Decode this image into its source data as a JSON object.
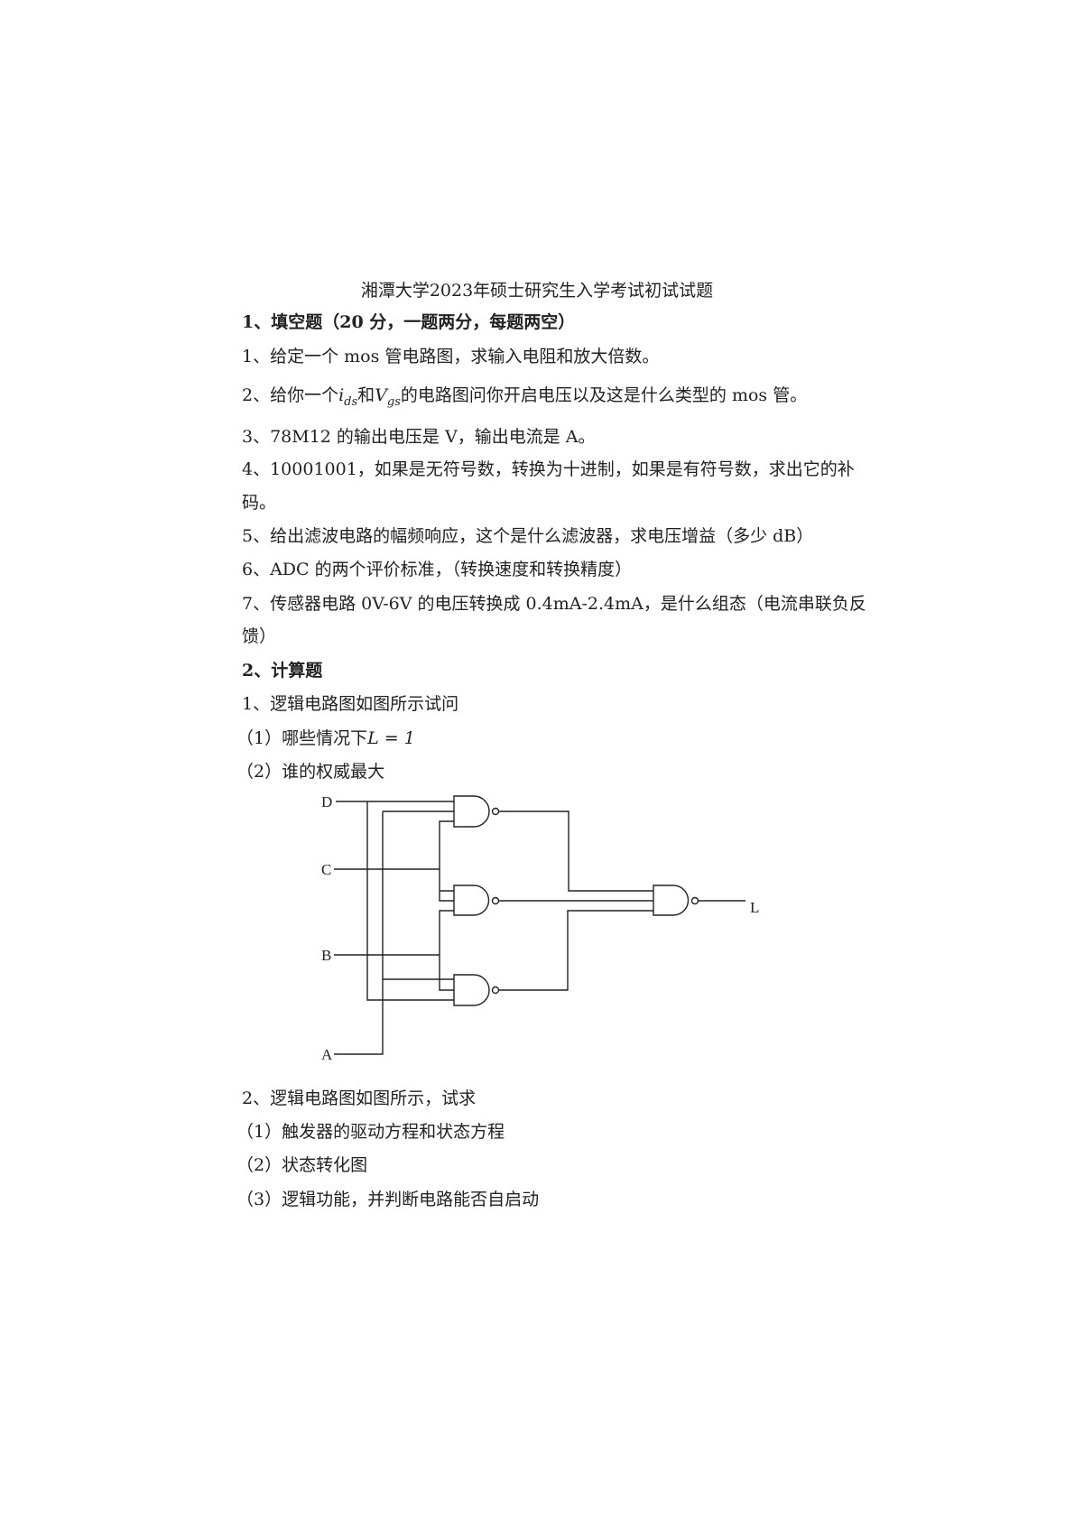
{
  "title": "湘潭大学2023年硕士研究生入学考试初试试题",
  "section1": {
    "heading": "1、填空题（20 分，一题两分，每题两空）",
    "items": [
      {
        "lines": [
          "1、给定一个 mos 管电路图，求输入电阻和放大倍数。"
        ]
      },
      {
        "pre": "2、给你一个",
        "sym1": "i",
        "sub1": "ds",
        "mid": "和",
        "sym2": "V",
        "sub2": "gs",
        "post": "的电路图问你开启电压以及这是什么类型的 mos 管。"
      },
      {
        "lines": [
          "3、78M12 的输出电压是 V，输出电流是 A。"
        ]
      },
      {
        "lines": [
          "4、10001001，如果是无符号数，转换为十进制，如果是有符号数，求出它的补",
          "码。"
        ]
      },
      {
        "lines": [
          "5、给出滤波电路的幅频响应，这个是什么滤波器，求电压增益（多少 dB）"
        ]
      },
      {
        "lines": [
          "6、ADC 的两个评价标准，（转换速度和转换精度）"
        ]
      },
      {
        "lines": [
          "7、传感器电路 0V-6V 的电压转换成 0.4mA-2.4mA，是什么组态（电流串联负反",
          "馈）"
        ]
      }
    ]
  },
  "section2": {
    "heading": "2、计算题",
    "q1": {
      "text": "1、逻辑电路图如图所示试问",
      "sub1_pre": "（1）哪些情况下",
      "sub1_math": "L = 1",
      "sub2": "（2）谁的权威最大"
    },
    "circuit": {
      "inputs": [
        "D",
        "C",
        "B",
        "A"
      ],
      "output": "L"
    },
    "q2": {
      "text": "2、逻辑电路图如图所示，试求",
      "subs": [
        "（1）触发器的驱动方程和状态方程",
        "（2）状态转化图",
        "（3）逻辑功能，并判断电路能否自启动"
      ]
    }
  }
}
